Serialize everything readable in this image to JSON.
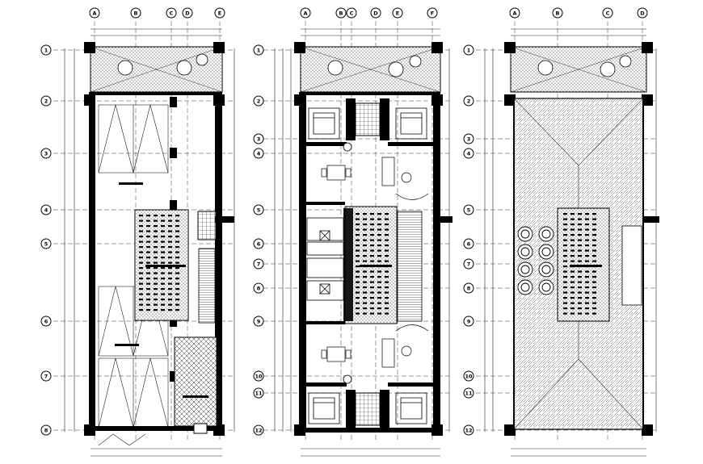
{
  "drawing": {
    "subject": "",
    "plans": [
      {
        "id": "plan-left",
        "col_labels": [
          "A",
          "B",
          "C",
          "D",
          "E"
        ],
        "row_labels": [
          "1",
          "2",
          "3",
          "4",
          "5",
          "6",
          "7",
          "8"
        ]
      },
      {
        "id": "plan-middle",
        "col_labels": [
          "A",
          "B",
          "C",
          "D",
          "E",
          "F"
        ],
        "row_labels": [
          "1",
          "2",
          "3",
          "4",
          "5",
          "6",
          "7",
          "8",
          "9",
          "10",
          "11",
          "12"
        ]
      },
      {
        "id": "plan-right",
        "col_labels": [
          "A",
          "B",
          "C",
          "D"
        ],
        "row_labels": [
          "1",
          "2",
          "3",
          "4",
          "5",
          "6",
          "7",
          "8",
          "9",
          "10",
          "11",
          "12"
        ]
      }
    ]
  }
}
